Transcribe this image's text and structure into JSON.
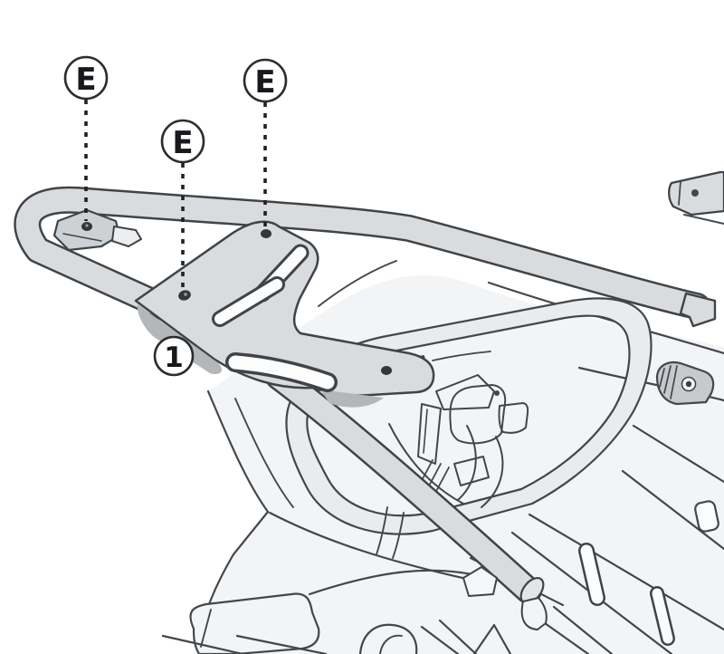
{
  "diagram_type": "installation-exploded-diagram",
  "subject": "rear luggage rack mounted on motorcycle tail section",
  "callouts": [
    {
      "id": "screw-callout-1",
      "label": "E"
    },
    {
      "id": "screw-callout-2",
      "label": "E"
    },
    {
      "id": "screw-callout-3",
      "label": "E"
    },
    {
      "id": "part-callout",
      "label": "1"
    }
  ],
  "colors": {
    "background": "#ffffff",
    "rack_fill": "#d9dbdd",
    "rack_outline": "#3f4449",
    "body_line": "#43474c",
    "body_fill": "#f3f4f6",
    "shadow": "#b4b7ba",
    "callout_text": "#17191c"
  }
}
